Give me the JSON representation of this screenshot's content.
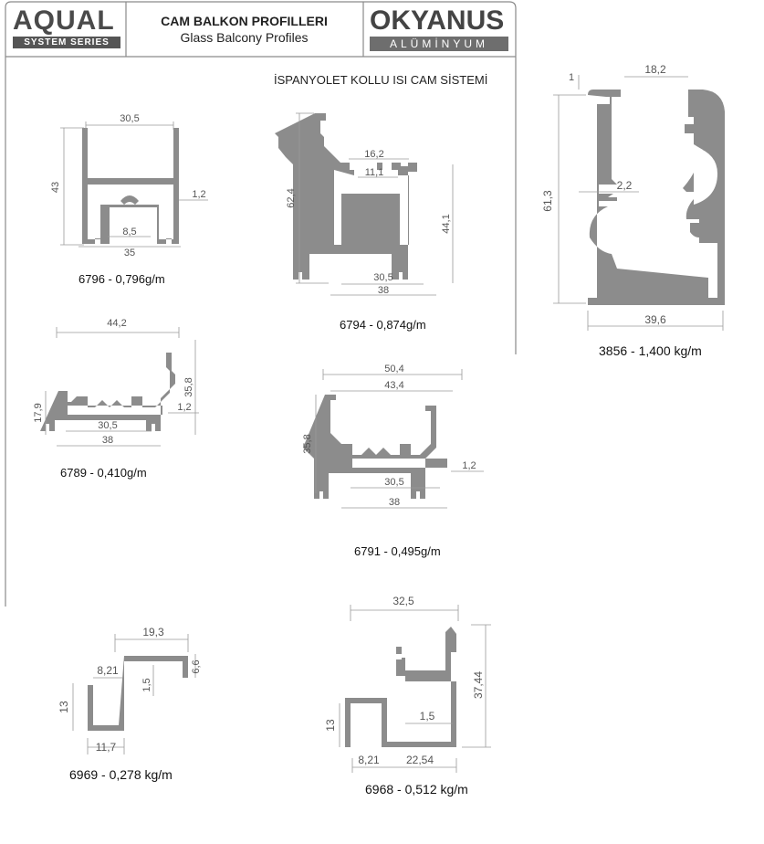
{
  "header": {
    "brand_left": "AQUAL",
    "brand_left_sub": "SYSTEM SERIES",
    "title_tr": "CAM BALKON PROFILLERI",
    "title_en": "Glass Balcony Profiles",
    "brand_right": "OKYANUS",
    "brand_right_sub": "ALÜMİNYUM"
  },
  "system_title": "İSPANYOLET KOLLU ISI CAM SİSTEMİ",
  "colors": {
    "profile_fill": "#8c8c8c",
    "dimension_line": "#9a9a9a",
    "frame": "#8a8a8a"
  },
  "profiles": [
    {
      "code_label": "6796 - 0,796g/m",
      "dims": {
        "width_top": "30,5",
        "height": "43",
        "wall": "1,2",
        "inner": "8,5",
        "width_bottom": "35"
      }
    },
    {
      "code_label": "6794 - 0,874g/m",
      "dims": {
        "height_left": "62,4",
        "top_outer": "16,2",
        "top_inner": "11,1",
        "height_right": "44,1",
        "inner_bottom": "30,5",
        "width_bottom": "38"
      }
    },
    {
      "code_label": "3856 - 1,400 kg/m",
      "dims": {
        "lip": "1",
        "width_top": "18,2",
        "height": "61,3",
        "wall": "2,2",
        "width_bottom": "39,6"
      }
    },
    {
      "code_label": "6789 - 0,410g/m",
      "dims": {
        "width_top": "44,2",
        "height_left": "17,9",
        "height_right": "35,8",
        "wall": "1,2",
        "inner": "30,5",
        "width_bottom": "38"
      }
    },
    {
      "code_label": "6791 - 0,495g/m",
      "dims": {
        "width_outer": "50,4",
        "width_inner": "43,4",
        "height": "35,8",
        "wall": "1,2",
        "inner": "30,5",
        "width_bottom": "38"
      }
    },
    {
      "code_label": "6969 - 0,278 kg/m",
      "dims": {
        "width_top": "19,3",
        "lip": "6,6",
        "offset": "8,21",
        "wall": "1,5",
        "height": "13",
        "width_bottom": "11,7"
      }
    },
    {
      "code_label": "6968 - 0,512 kg/m",
      "dims": {
        "width_top": "32,5",
        "height_right": "37,44",
        "height_left": "13",
        "wall": "1,5",
        "offset": "8,21",
        "width_bottom": "22,54"
      }
    }
  ]
}
